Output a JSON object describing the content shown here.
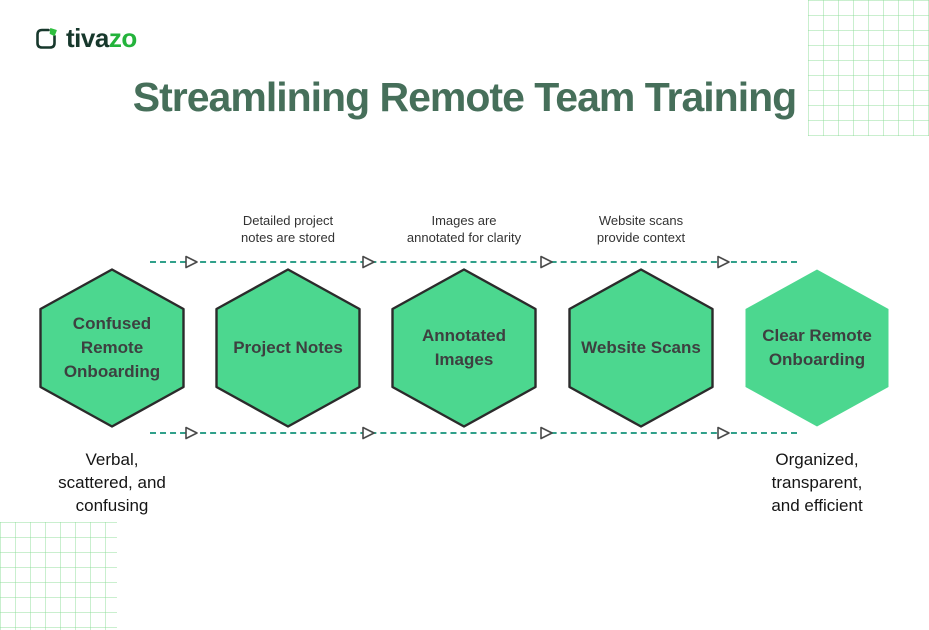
{
  "brand": {
    "icon": "tivazo-logo-icon",
    "name_primary": "tiva",
    "name_accent": "zo"
  },
  "title": "Streamlining Remote Team Training",
  "flow": {
    "steps": [
      "Confused\nRemote\nOnboarding",
      "Project Notes",
      "Annotated\nImages",
      "Website Scans",
      "Clear Remote\nOnboarding"
    ],
    "transition_labels": [
      "Detailed project\nnotes are stored",
      "Images are\nannotated for clarity",
      "Website scans\nprovide context"
    ],
    "start_caption": "Verbal,\nscattered, and\nconfusing",
    "end_caption": "Organized,\ntransparent,\nand efficient"
  },
  "colors": {
    "hexagon_fill": "#4cd78f",
    "hexagon_outline": "#2b2b2b",
    "dashed_line_teal": "#30a08a",
    "title_green": "#466f5a",
    "logo_dark": "#17382c",
    "logo_accent_green": "#23b33b",
    "grid_light_green": "#74d682"
  }
}
